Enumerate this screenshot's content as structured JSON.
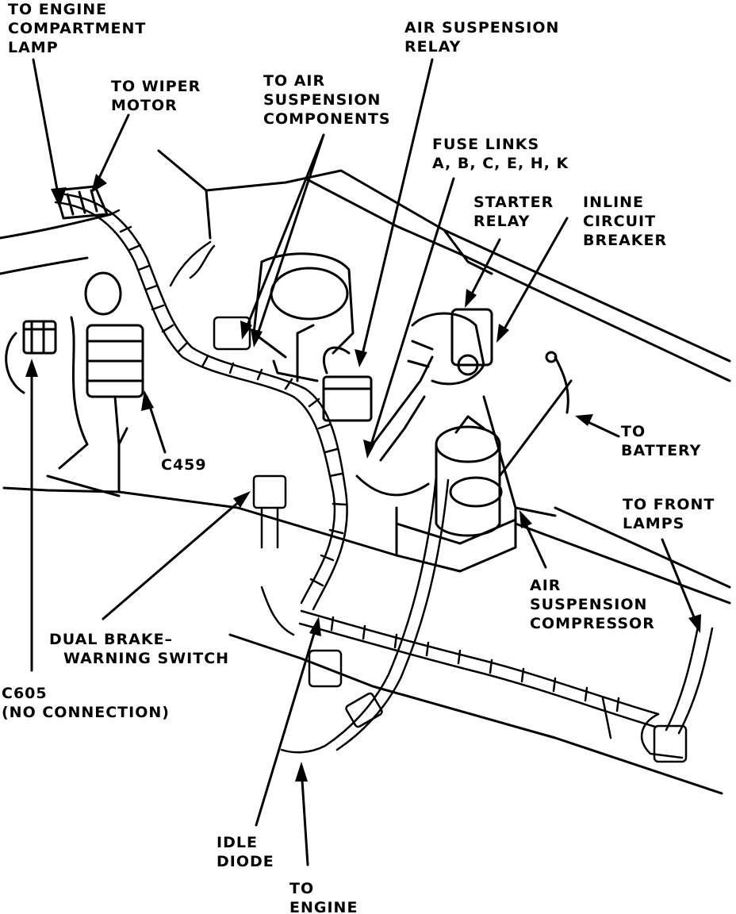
{
  "colors": {
    "ink": "#000000",
    "paper": "#ffffff"
  },
  "labels": {
    "engine_compartment_lamp": [
      "TO ENGINE",
      "COMPARTMENT",
      "LAMP"
    ],
    "wiper_motor": [
      "TO WIPER",
      "MOTOR"
    ],
    "air_suspension_components": [
      "TO AIR",
      "SUSPENSION",
      "COMPONENTS"
    ],
    "air_suspension_relay": [
      "AIR SUSPENSION",
      "RELAY"
    ],
    "fuse_links": [
      "FUSE LINKS",
      "A, B, C, E, H, K"
    ],
    "starter_relay": [
      "STARTER",
      "RELAY"
    ],
    "inline_circuit_breaker": [
      "INLINE",
      "CIRCUIT",
      "BREAKER"
    ],
    "battery": [
      "TO",
      "BATTERY"
    ],
    "front_lamps": [
      "TO FRONT",
      "LAMPS"
    ],
    "air_suspension_compressor": [
      "AIR",
      "SUSPENSION",
      "COMPRESSOR"
    ],
    "c459": [
      "C459"
    ],
    "dual_brake_warning_switch": [
      "DUAL BRAKE–",
      "WARNING SWITCH"
    ],
    "c605": [
      "C605",
      "(NO CONNECTION)"
    ],
    "idle_diode": [
      "IDLE",
      "DIODE"
    ],
    "engine": [
      "TO",
      "ENGINE"
    ]
  }
}
